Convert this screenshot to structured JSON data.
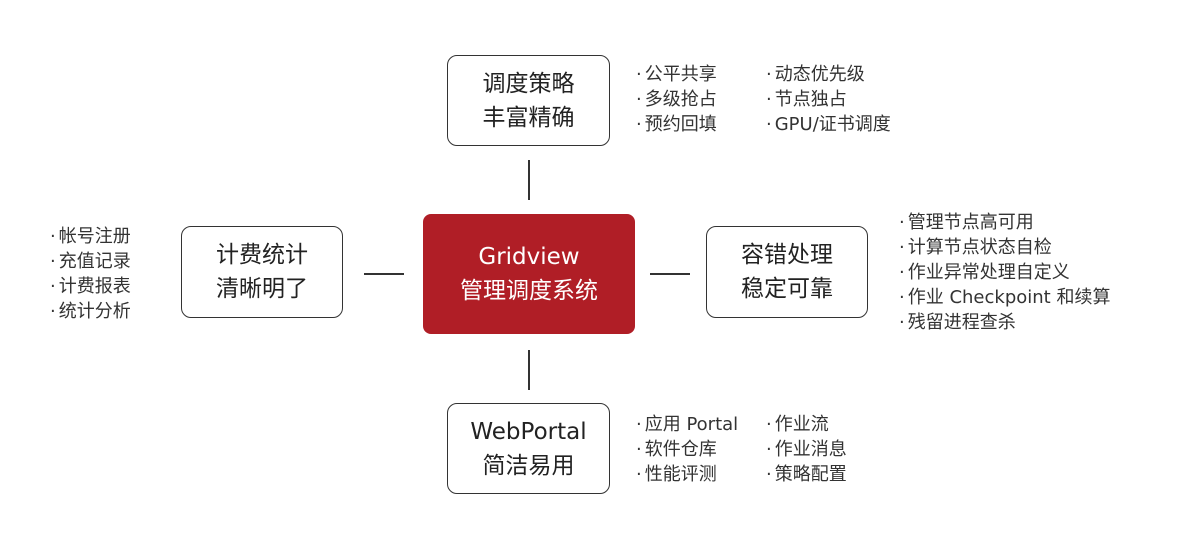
{
  "center": {
    "line1": "Gridview",
    "line2": "管理调度系统"
  },
  "top": {
    "line1": "调度策略",
    "line2": "丰富精确",
    "features_col1": [
      "公平共享",
      "多级抢占",
      "预约回填"
    ],
    "features_col2": [
      "动态优先级",
      "节点独占",
      "GPU/证书调度"
    ]
  },
  "left": {
    "line1": "计费统计",
    "line2": "清晰明了",
    "features": [
      "帐号注册",
      "充值记录",
      "计费报表",
      "统计分析"
    ]
  },
  "right": {
    "line1": "容错处理",
    "line2": "稳定可靠",
    "features": [
      "管理节点高可用",
      "计算节点状态自检",
      "作业异常处理自定义",
      "作业 Checkpoint 和续算",
      "残留进程查杀"
    ]
  },
  "bottom": {
    "line1": "WebPortal",
    "line2": "简洁易用",
    "features_col1": [
      "应用 Portal",
      "软件仓库",
      "性能评测"
    ],
    "features_col2": [
      "作业流",
      "作业消息",
      "策略配置"
    ]
  },
  "colors": {
    "center_fill": "#b01e26",
    "border": "#333333"
  }
}
